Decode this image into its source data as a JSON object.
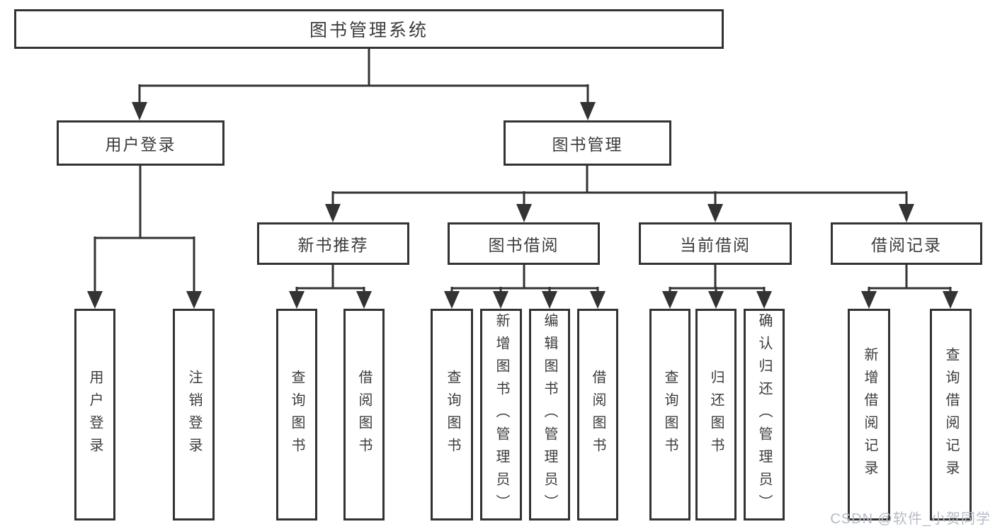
{
  "diagram_type": "function-structure-tree",
  "tree": {
    "root": "图书管理系统",
    "level2": [
      {
        "label": "用户登录",
        "leaves": [
          "用户登录",
          "注销登录"
        ]
      },
      {
        "label": "图书管理",
        "groups": [
          {
            "label": "新书推荐",
            "leaves": [
              "查询图书",
              "借阅图书"
            ]
          },
          {
            "label": "图书借阅",
            "leaves": [
              "查询图书",
              "新增图书（管理员）",
              "编辑图书（管理员）",
              "借阅图书"
            ]
          },
          {
            "label": "当前借阅",
            "leaves": [
              "查询图书",
              "归还图书",
              "确认归还（管理员）"
            ]
          },
          {
            "label": "借阅记录",
            "leaves": [
              "新增借阅记录",
              "查询借阅记录"
            ]
          }
        ]
      }
    ]
  },
  "watermark": "CSDN @软件_小贺同学",
  "colors": {
    "line": "#333333",
    "text": "#3c3c3c",
    "watermark": "#b6bbc5",
    "background": "#ffffff"
  }
}
